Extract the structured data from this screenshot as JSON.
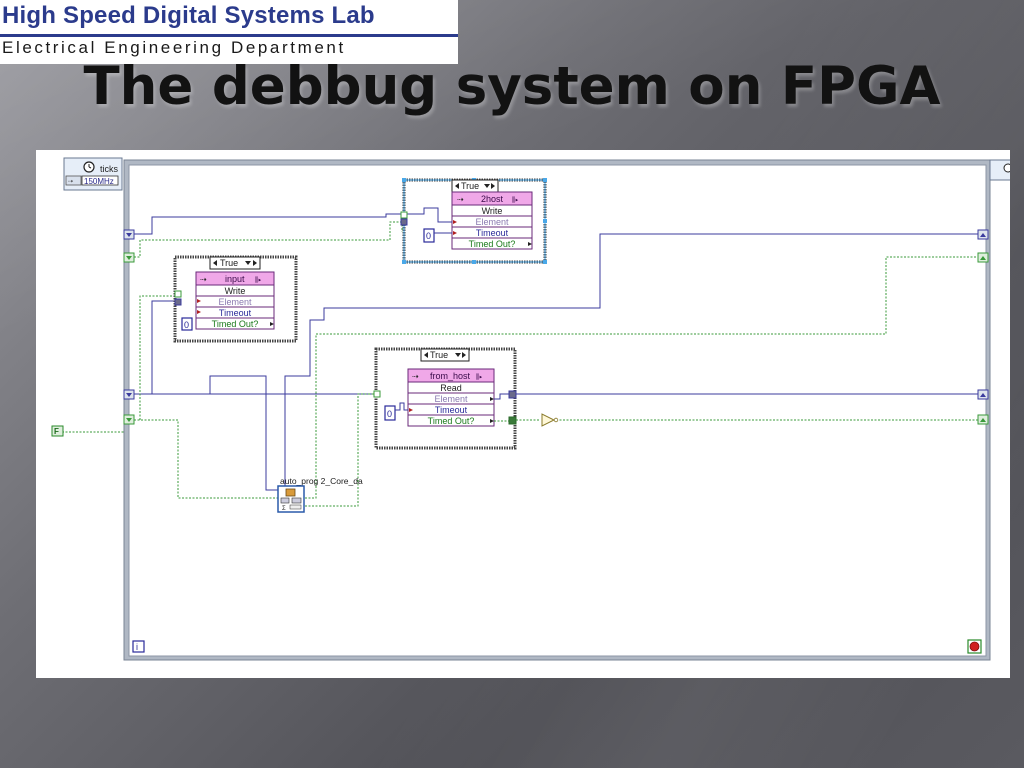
{
  "logo": {
    "title": "High Speed Digital Systems Lab",
    "subtitle": "Electrical Engineering Department"
  },
  "slide": {
    "title": "The debbug system on FPGA"
  },
  "timed_loop": {
    "ticks_label": "ticks",
    "clock_label": "150MHz"
  },
  "case_structures": [
    {
      "selector": "True",
      "fifo_name": "input",
      "method": "Write",
      "terminals": [
        "Element",
        "Timeout",
        "Timed Out?"
      ],
      "timeout_const": "0"
    },
    {
      "selector": "True",
      "fifo_name": "2host",
      "method": "Write",
      "terminals": [
        "Element",
        "Timeout",
        "Timed Out?"
      ],
      "timeout_const": "0"
    },
    {
      "selector": "True",
      "fifo_name": "from_host",
      "method": "Read",
      "terminals": [
        "Element",
        "Timeout",
        "Timed Out?"
      ],
      "timeout_const": "0"
    }
  ],
  "subvi": {
    "label": "auto_prog 2_Core_da"
  },
  "constants": {
    "false_const": "F",
    "iteration": "i"
  },
  "colors": {
    "fifo_header": "#f0a8e8",
    "bool_wire": "#3a9a3a",
    "num_wire": "#3b3b9e",
    "text_purple": "#5a1a9a"
  }
}
